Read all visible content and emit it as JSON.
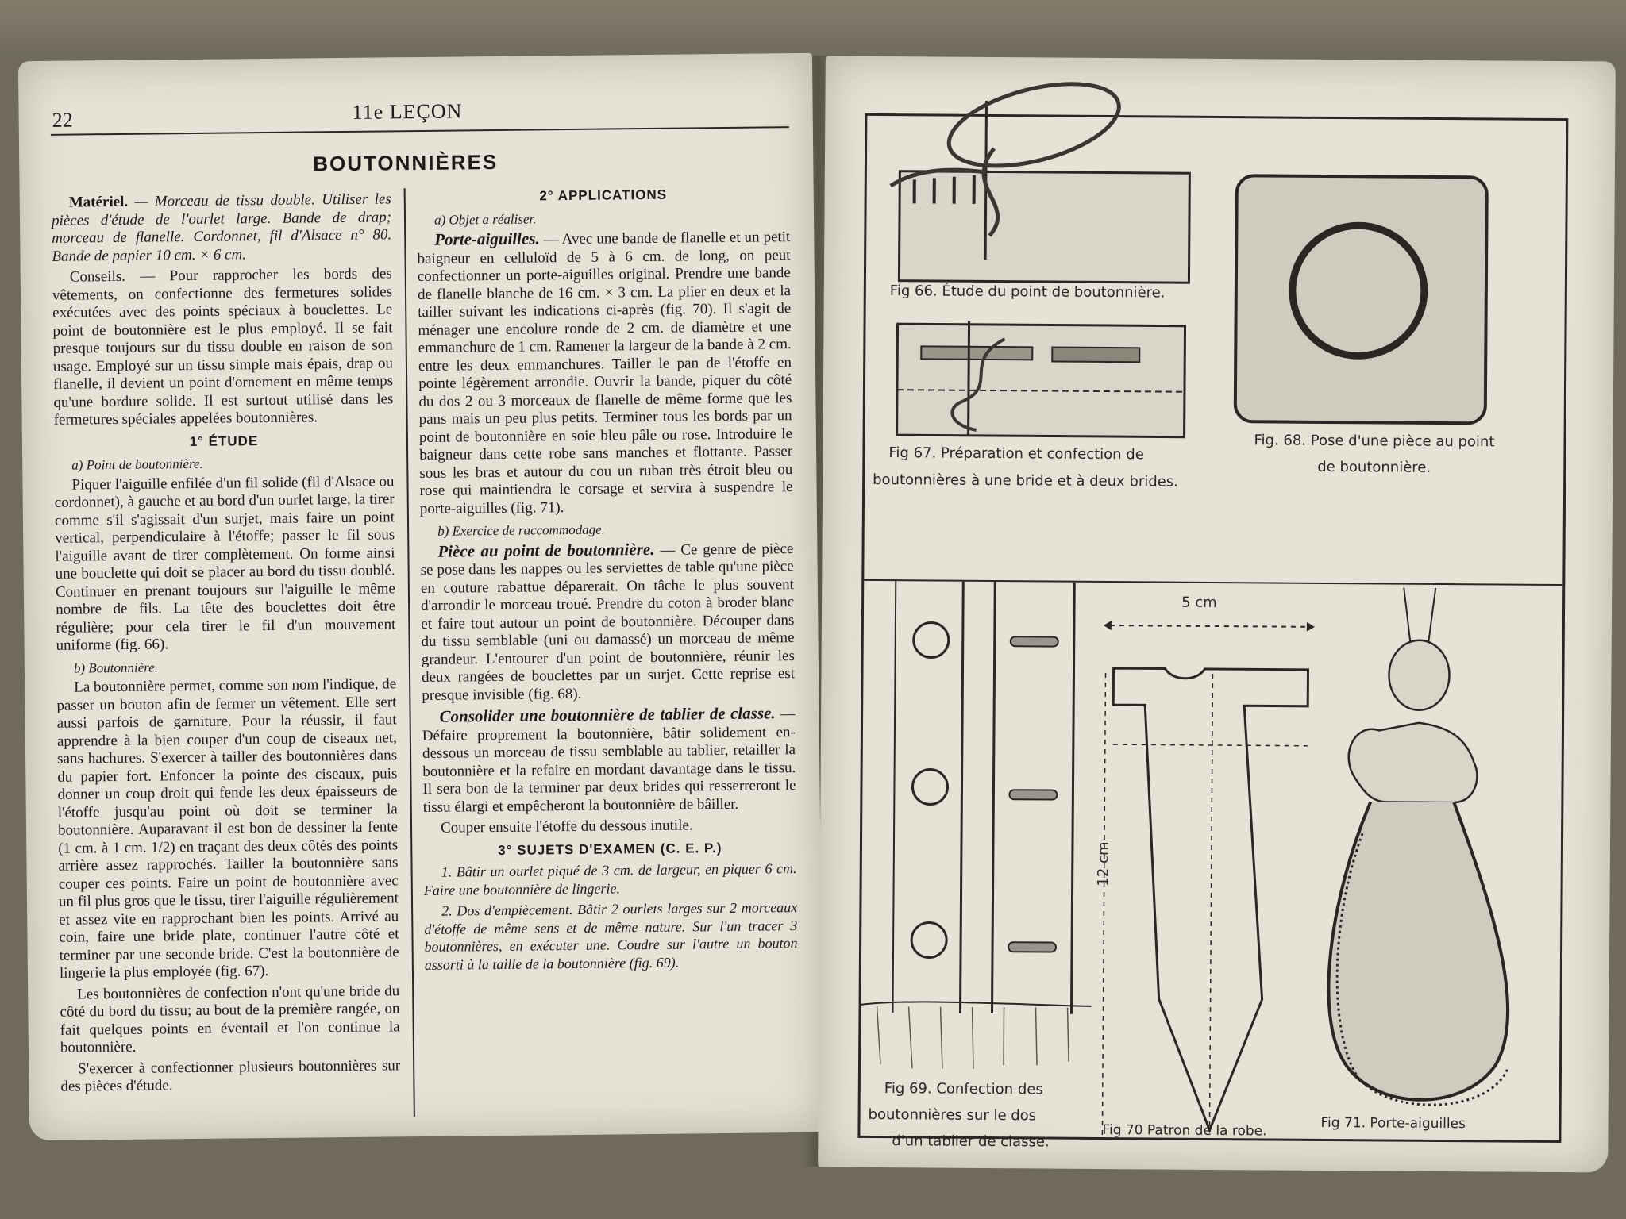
{
  "left_page": {
    "page_number": "22",
    "running_head": "11e LEÇON",
    "title": "BOUTONNIÈRES",
    "materiel_label": "Matériel.",
    "materiel_text": "— Morceau de tissu double. Utiliser les pièces d'étude de l'ourlet large. Bande de drap; morceau de flanelle. Cordonnet, fil d'Alsace n° 80. Bande de papier 10 cm. × 6 cm.",
    "conseils": "Conseils. — Pour rapprocher les bords des vêtements, on confectionne des fermetures solides exécutées avec des points spéciaux à bouclettes. Le point de boutonnière est le plus employé. Il se fait presque toujours sur du tissu double en raison de son usage. Employé sur un tissu simple mais épais, drap ou flanelle, il devient un point d'ornement en même temps qu'une bordure solide. Il est surtout utilisé dans les fermetures spéciales appelées boutonnières.",
    "etude_heading": "1° ÉTUDE",
    "point_heading": "a) Point de boutonnière.",
    "point_text": "Piquer l'aiguille enfilée d'un fil solide (fil d'Alsace ou cordonnet), à gauche et au bord d'un ourlet large, la tirer comme s'il s'agissait d'un surjet, mais faire un point vertical, perpendiculaire à l'étoffe; passer le fil sous l'aiguille avant de tirer complètement. On forme ainsi une bouclette qui doit se placer au bord du tissu doublé. Continuer en prenant toujours sur l'aiguille le même nombre de fils. La tête des bouclettes doit être régulière; pour cela tirer le fil d'un mouvement uniforme (fig. 66).",
    "boutonniere_heading": "b) Boutonnière.",
    "boutonniere_text": "La boutonnière permet, comme son nom l'indique, de passer un bouton afin de fermer un vêtement. Elle sert aussi parfois de garniture. Pour la réussir, il faut apprendre à la bien couper d'un coup de ciseaux net, sans hachures. S'exercer à tailler des boutonnières dans du papier fort. Enfoncer la pointe des ciseaux, puis donner un coup droit qui fende les deux épaisseurs de l'étoffe jusqu'au point où doit se terminer la boutonnière. Auparavant il est bon de dessiner la fente (1 cm. à 1 cm. 1/2) en traçant des deux côtés des points arrière assez rapprochés. Tailler la boutonnière sans couper ces points. Faire un point de boutonnière avec un fil plus gros que le tissu, tirer l'aiguille régulièrement et assez vite en rapprochant bien les points. Arrivé au coin, faire une bride plate, continuer l'autre côté et terminer par une seconde bride. C'est la boutonnière de lingerie la plus employée (fig. 67).",
    "confection_text": "Les boutonnières de confection n'ont qu'une bride du côté du bord du tissu; au bout de la première rangée, on fait quelques points en éventail et l'on continue la boutonnière.",
    "exercer_text": "S'exercer à confectionner plusieurs boutonnières sur des pièces d'étude."
  },
  "right_column": {
    "applications_heading": "2° APPLICATIONS",
    "objet_heading": "a) Objet a réaliser.",
    "porte_lead": "Porte-aiguilles.",
    "porte_text": "— Avec une bande de flanelle et un petit baigneur en celluloïd de 5 à 6 cm. de long, on peut confectionner un porte-aiguilles original. Prendre une bande de flanelle blanche de 16 cm. × 3 cm. La plier en deux et la tailler suivant les indications ci-après (fig. 70). Il s'agit de ménager une encolure ronde de 2 cm. de diamètre et une emmanchure de 1 cm. Ramener la largeur de la bande à 2 cm. entre les deux emmanchures. Tailler le pan de l'étoffe en pointe légèrement arrondie. Ouvrir la bande, piquer du côté du dos 2 ou 3 morceaux de flanelle de même forme que les pans mais un peu plus petits. Terminer tous les bords par un point de boutonnière en soie bleu pâle ou rose. Introduire le baigneur dans cette robe sans manches et flottante. Passer sous les bras et autour du cou un ruban très étroit bleu ou rose qui maintiendra le corsage et servira à suspendre le porte-aiguilles (fig. 71).",
    "exercice_heading": "b) Exercice de raccommodage.",
    "piece_lead": "Pièce au point de boutonnière.",
    "piece_text": "— Ce genre de pièce se pose dans les nappes ou les serviettes de table qu'une pièce en couture rabattue déparerait. On tâche le plus souvent d'arrondir le morceau troué. Prendre du coton à broder blanc et faire tout autour un point de boutonnière. Découper dans du tissu semblable (uni ou damassé) un morceau de même grandeur. L'entourer d'un point de boutonnière, réunir les deux rangées de bouclettes par un surjet. Cette reprise est presque invisible (fig. 68).",
    "consolider_lead": "Consolider une boutonnière de tablier de classe.",
    "consolider_text": "— Défaire proprement la boutonnière, bâtir solidement en-dessous un morceau de tissu semblable au tablier, retailler la boutonnière et la refaire en mordant davantage dans le tissu. Il sera bon de la terminer par deux brides qui resserreront le tissu élargi et empêcheront la boutonnière de bâiller.",
    "couper_text": "Couper ensuite l'étoffe du dessous inutile.",
    "sujets_heading": "3° SUJETS D'EXAMEN (C. E. P.)",
    "sujet1": "1. Bâtir un ourlet piqué de 3 cm. de largeur, en piquer 6 cm. Faire une boutonnière de lingerie.",
    "sujet2": "2. Dos d'empiècement. Bâtir 2 ourlets larges sur 2 morceaux d'étoffe de même sens et de même nature. Sur l'un tracer 3 boutonnières, en exécuter une. Coudre sur l'autre un bouton assorti à la taille de la boutonnière (fig. 69)."
  },
  "figures": {
    "fig66": "Fig 66. Étude du point de boutonnière.",
    "fig67_line1": "Fig 67. Préparation et confection de",
    "fig67_line2": "boutonnières à une bride et à deux brides.",
    "fig68_line1": "Fig. 68. Pose d'une pièce au point",
    "fig68_line2": "de boutonnière.",
    "fig69_line1": "Fig 69. Confection des",
    "fig69_line2": "boutonnières sur le dos",
    "fig69_line3": "d'un tablier de classe.",
    "fig70": "Fig 70 Patron de la robe.",
    "fig71": "Fig 71. Porte-aiguilles",
    "dim_width": "5 cm",
    "dim_height": "12 cm"
  }
}
